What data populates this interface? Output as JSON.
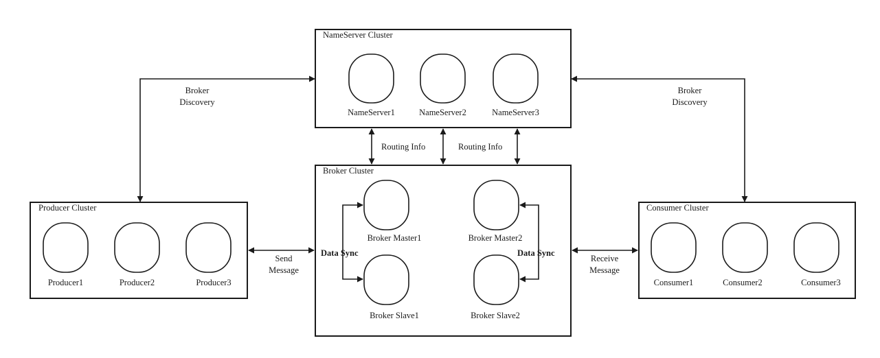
{
  "clusters": {
    "nameserver": {
      "title": "NameServer Cluster",
      "nodes": [
        "NameServer1",
        "NameServer2",
        "NameServer3"
      ]
    },
    "broker": {
      "title": "Broker Cluster",
      "nodes": [
        "Broker Master1",
        "Broker Master2",
        "Broker Slave1",
        "Broker Slave2"
      ]
    },
    "producer": {
      "title": "Producer Cluster",
      "nodes": [
        "Producer1",
        "Producer2",
        "Producer3"
      ]
    },
    "consumer": {
      "title": "Consumer Cluster",
      "nodes": [
        "Consumer1",
        "Consumer2",
        "Consumer3"
      ]
    }
  },
  "edges": {
    "broker_discovery_left": [
      "Broker",
      "Discovery"
    ],
    "broker_discovery_right": [
      "Broker",
      "Discovery"
    ],
    "routing_info_left": "Routing Info",
    "routing_info_right": "Routing Info",
    "send_message": [
      "Send",
      "Message"
    ],
    "receive_message": [
      "Receive",
      "Message"
    ],
    "data_sync_left": "Data Sync",
    "data_sync_right": "Data Sync"
  }
}
